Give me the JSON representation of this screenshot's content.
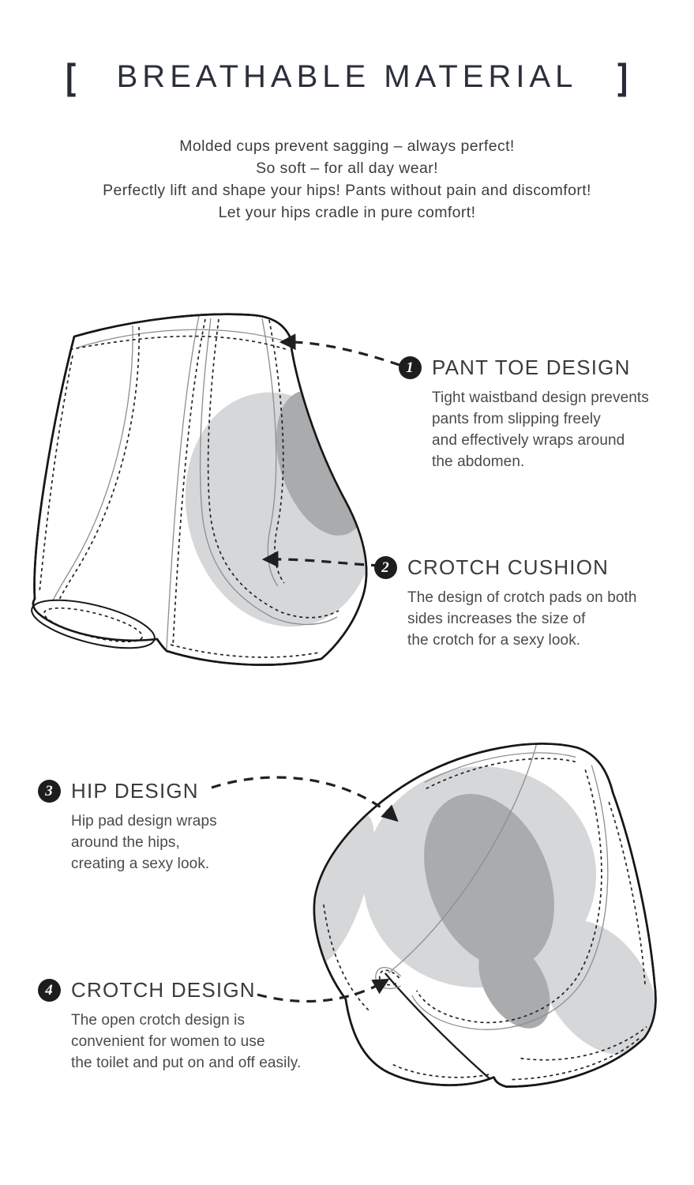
{
  "header": {
    "open_bracket": "[",
    "title": "BREATHABLE MATERIAL",
    "close_bracket": "]"
  },
  "intro": {
    "line1": "Molded cups prevent sagging – always perfect!",
    "line2": "So soft – for all day wear!",
    "line3": "Perfectly lift and shape your hips! Pants without pain and discomfort!",
    "line4": "Let your hips cradle in pure comfort!"
  },
  "features": [
    {
      "number": "1",
      "title": "PANT TOE DESIGN",
      "description": "Tight waistband design prevents\npants from slipping freely\nand effectively wraps around\nthe abdomen."
    },
    {
      "number": "2",
      "title": "CROTCH CUSHION",
      "description": "The design of crotch pads on both\nsides increases the size of\nthe crotch for a sexy look."
    },
    {
      "number": "3",
      "title": "HIP DESIGN",
      "description": "Hip pad design wraps\naround the hips,\ncreating a sexy look."
    },
    {
      "number": "4",
      "title": "CROTCH DESIGN",
      "description": "The open crotch design is\nconvenient for women to use\nthe toilet and put on and off easily."
    }
  ],
  "colors": {
    "pad_light": "#d6d7d8",
    "pad_dark": "#a9abad",
    "line_ink": "#1b1b1b",
    "heading_ink": "#2c303c",
    "badge_bg": "#1d1d1d"
  }
}
